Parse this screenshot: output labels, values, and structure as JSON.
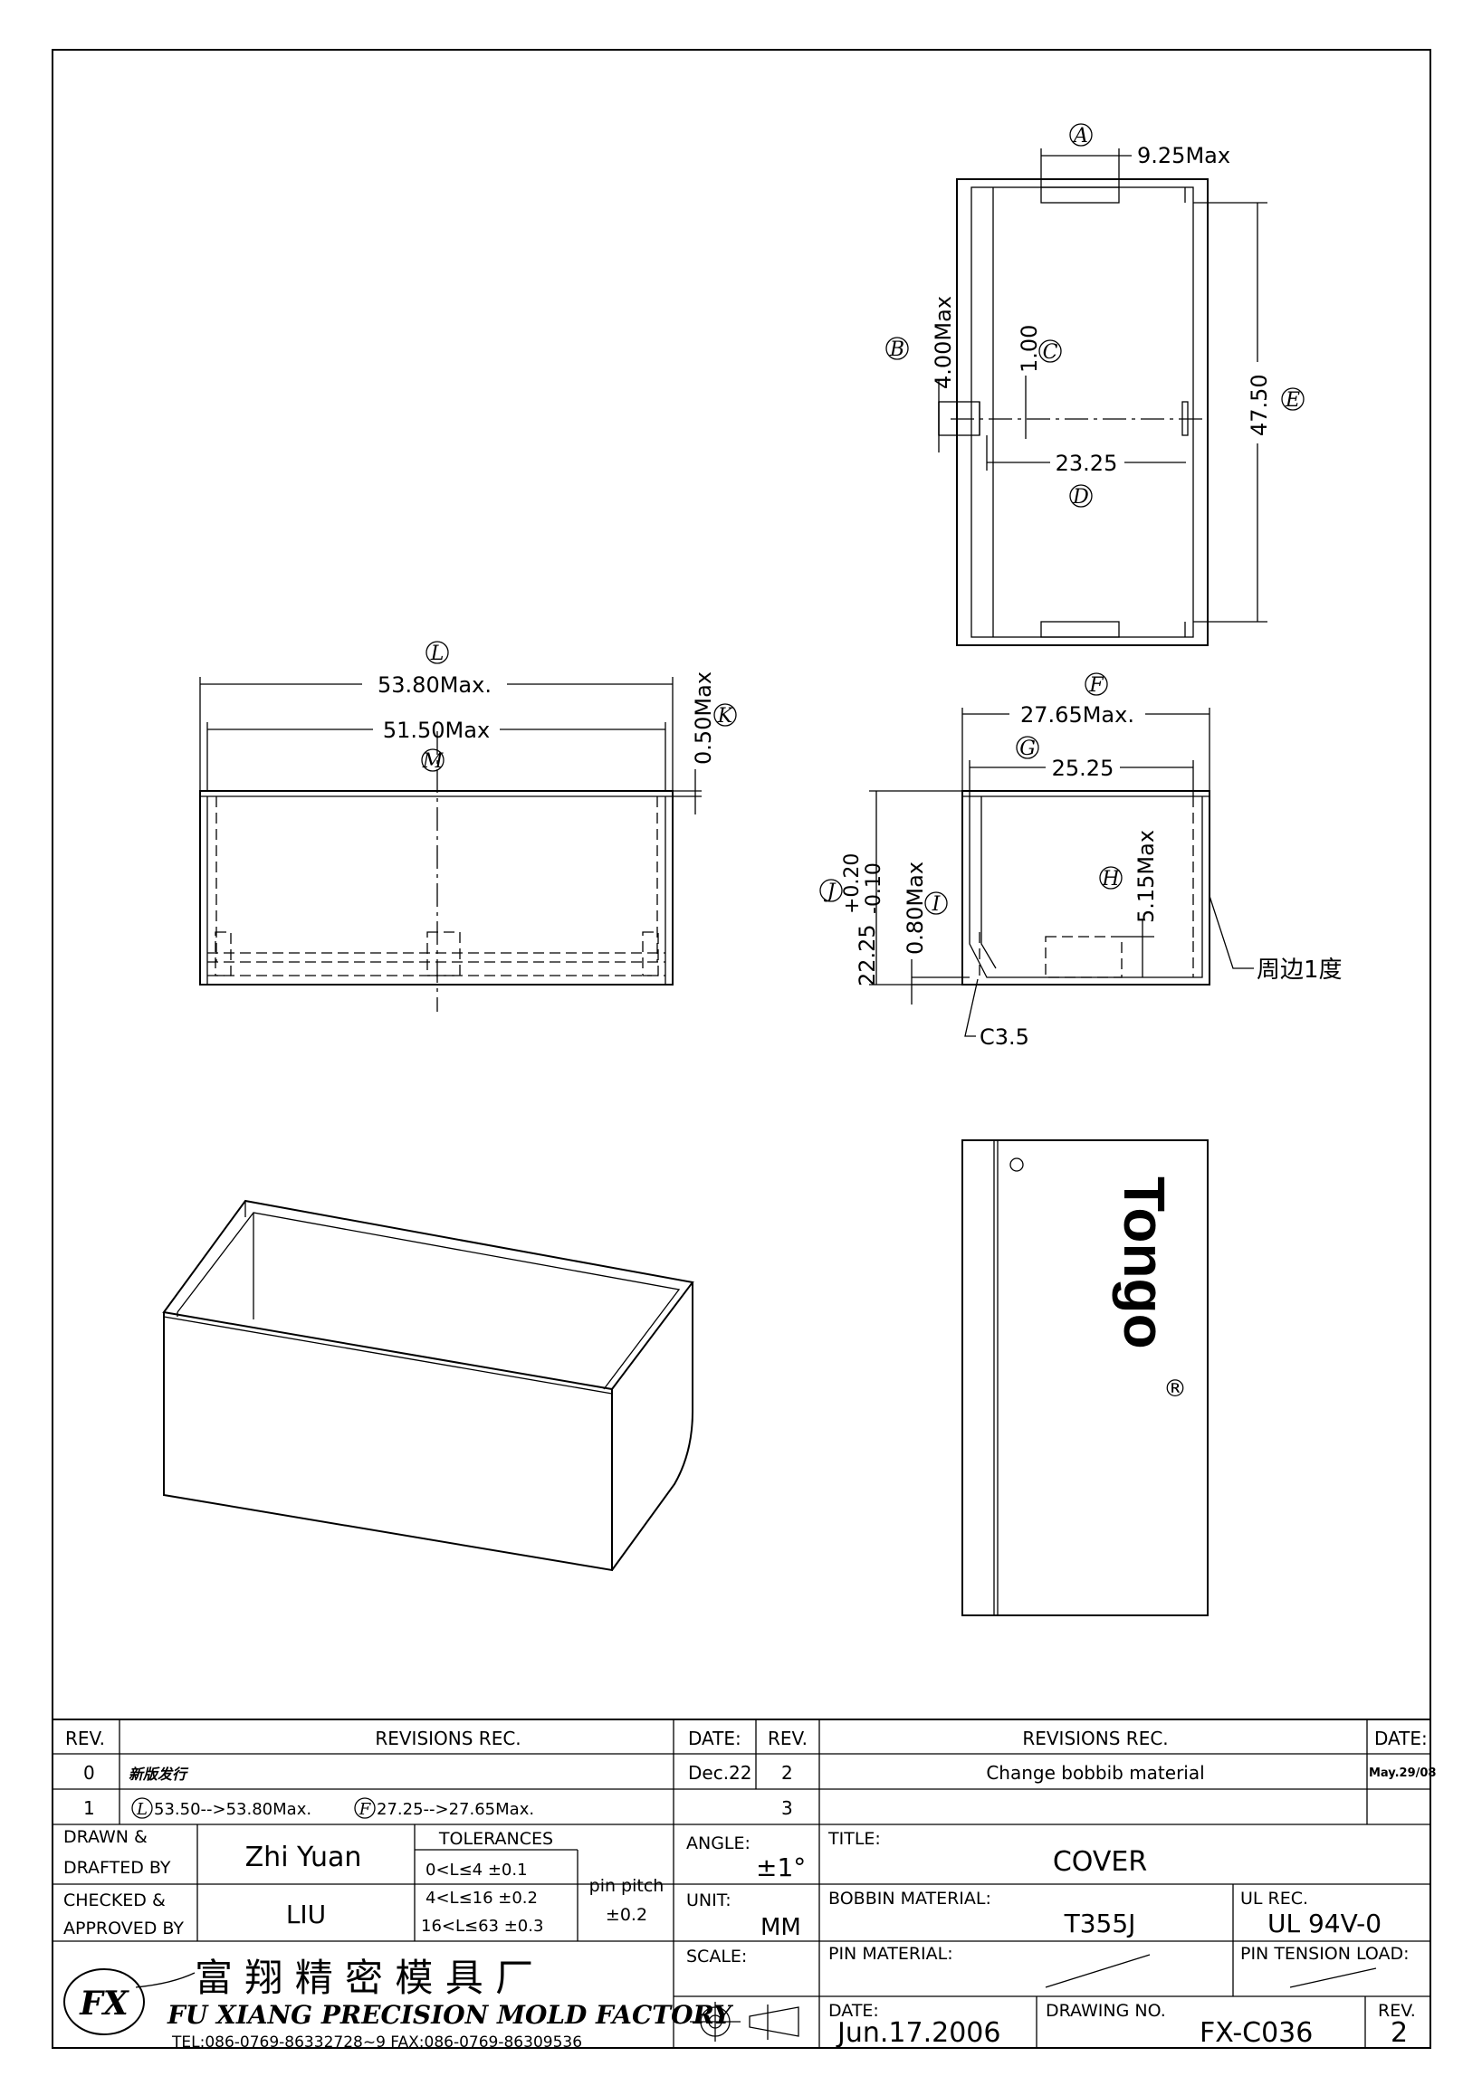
{
  "dims": {
    "A": "A",
    "w_925": "9.25Max",
    "B": "B",
    "w_400": "4.00Max",
    "C": "C",
    "w_100": "1.00",
    "D": "D",
    "w_2325": "23.25",
    "E": "E",
    "w_4750": "47.50",
    "L": "L",
    "w_5380": "53.80Max.",
    "M": "M",
    "w_5150": "51.50Max",
    "K": "K",
    "w_050": "0.50Max",
    "F": "F",
    "w_2765": "27.65Max.",
    "G": "G",
    "w_2525": "25.25",
    "H": "H",
    "w_515": "5.15Max",
    "I": "I",
    "w_080": "0.80Max",
    "J": "J",
    "w_2225": "22.25",
    "tol_plus": "+0.20",
    "tol_minus": "-0.10",
    "c35": "C3.5",
    "edge_note": "周边1度"
  },
  "logo": {
    "brand": "Tongo",
    "registered": "®"
  },
  "title_block": {
    "rev_header": "REV.",
    "revisions_header": "REVISIONS   REC.",
    "date_header": "DATE:",
    "rev_header2": "REV.",
    "revisions_header2": "REVISIONS   REC.",
    "date_header2": "DATE:",
    "rows": [
      {
        "rev": "0",
        "rec": "新版发行",
        "date": "Dec.22",
        "rev2": "2",
        "rec2": "Change  bobbib  material",
        "date2": "May.29/08"
      },
      {
        "rev": "1",
        "rec": "53.50-->53.80Max.",
        "rec_b": "27.25-->27.65Max.",
        "date": "",
        "rev2": "3",
        "rec2": "",
        "date2": ""
      }
    ],
    "drawn_label_1": "DRAWN  &",
    "drawn_label_2": "DRAFTED  BY",
    "drawn_by": "Zhi  Yuan",
    "checked_label_1": "CHECKED  &",
    "checked_label_2": "APPROVED  BY",
    "checked_by": "LIU",
    "tolerances_label": "TOLERANCES",
    "tol_1": "0<L≤4    ±0.1",
    "tol_2": "4<L≤16  ±0.2",
    "tol_3": "16<L≤63  ±0.3",
    "pin_pitch_label": "pin  pitch",
    "pin_pitch_value": "±0.2",
    "angle_label": "ANGLE:",
    "angle_value": "±1°",
    "unit_label": "UNIT:",
    "unit_value": "MM",
    "scale_label": "SCALE:",
    "title_label": "TITLE:",
    "title_value": "COVER",
    "bobbin_label": "BOBBIN  MATERIAL:",
    "bobbin_value": "T355J",
    "ul_label": "UL  REC.",
    "ul_value": "UL  94V-0",
    "pin_material_label": "PIN  MATERIAL:",
    "pin_tension_label": "PIN  TENSION  LOAD:",
    "date_label": "DATE:",
    "date_value": "Jun.17.2006",
    "drawing_no_label": "DRAWING  NO.",
    "drawing_no_value": "FX-C036",
    "rev_label": "REV.",
    "rev_value": "2",
    "company_cn": "富 翔 精 密 模 具 厂",
    "company_en": "FU XIANG PRECISION MOLD FACTORY",
    "tel": "TEL:086-0769-86332728~9  FAX:086-0769-86309536"
  }
}
